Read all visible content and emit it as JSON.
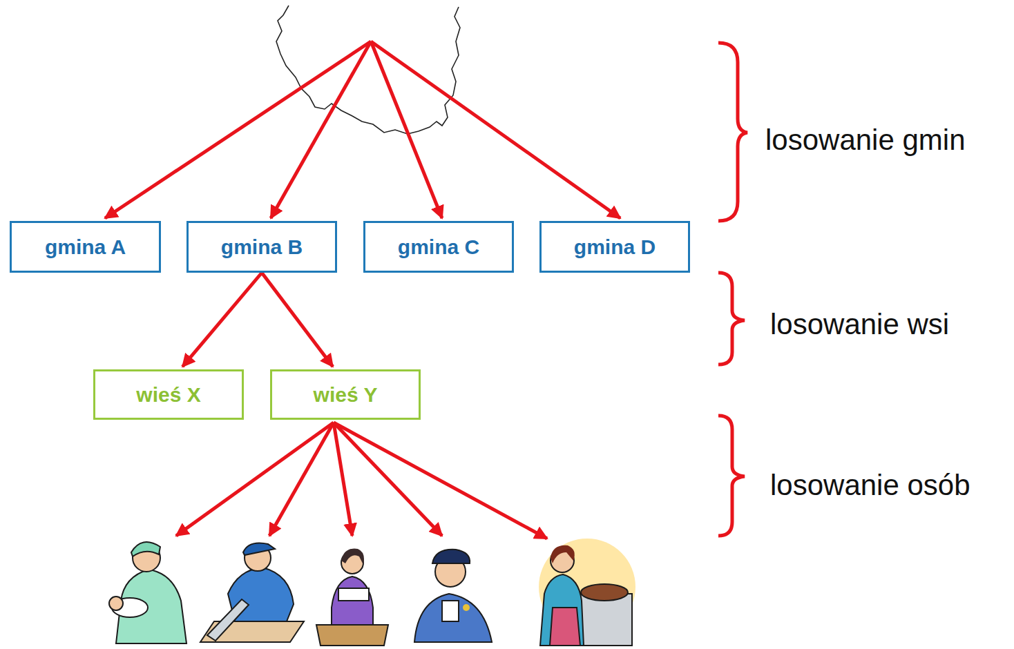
{
  "diagram": {
    "nodes": [
      {
        "text": [
          "gmina A"
        ]
      },
      {
        "text": [
          "gmina B"
        ]
      },
      {
        "text": [
          "gmina C"
        ]
      },
      {
        "text": [
          "gmina D"
        ]
      },
      {
        "text": [
          "wieś X"
        ]
      },
      {
        "text": [
          "wieś Y"
        ]
      }
    ],
    "edges": [
      {
        "from": 1,
        "to": 4,
        "arrow": "to"
      },
      {
        "from": 1,
        "to": 5,
        "arrow": "to"
      }
    ],
    "labels": [
      "losowanie gmin",
      "losowanie wsi",
      "losowanie osób"
    ]
  }
}
